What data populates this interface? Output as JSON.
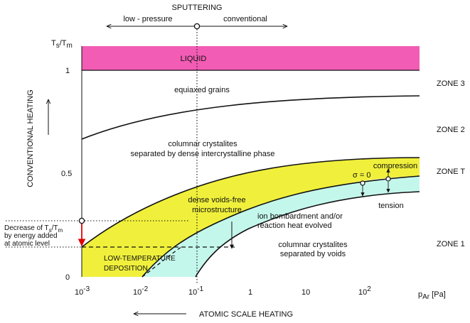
{
  "title": "SPUTTERING",
  "top_axis": {
    "left_label": "low - pressure",
    "right_label": "conventional"
  },
  "y_axis": {
    "title": "T",
    "title_sub": "s",
    "title_sep": "/T",
    "title_sub2": "m",
    "tick_1": "1",
    "tick_05": "0.5",
    "tick_0": "0",
    "side_label": "CONVENTIONAL HEATING"
  },
  "x_axis": {
    "tick_1e-3_base": "10",
    "tick_1e-3_exp": "-3",
    "tick_1e-2_base": "10",
    "tick_1e-2_exp": "-2",
    "tick_1e-1_base": "10",
    "tick_1e-1_exp": "-1",
    "tick_1": "1",
    "tick_10": "10",
    "tick_1e2_base": "10",
    "tick_1e2_exp": "2",
    "unit_p": "p",
    "unit_sub": "Ar",
    "unit_rest": " [Pa]",
    "bottom_label": "ATOMIC SCALE HEATING"
  },
  "regions": {
    "liquid": "LIQUID",
    "equiaxed": "equiaxed grains",
    "columnar_dense_1": "columnar crystalites",
    "columnar_dense_2": "separated by dense intercrystalline phase",
    "dense_voids_1": "dense voids-free",
    "dense_voids_2": "microstructure",
    "ion_1": "ion bombardment and/or",
    "ion_2": "reaction heat evolved",
    "columnar_voids_1": "columnar crystalites",
    "columnar_voids_2": "separated by voids",
    "low_temp_1": "LOW-TEMPERATURE",
    "low_temp_2": "DEPOSITION",
    "compression": "compression",
    "sigma0": "σ = 0",
    "tension": "tension"
  },
  "zones": {
    "zone3": "ZONE 3",
    "zone2": "ZONE 2",
    "zoneT": "ZONE T",
    "zone1": "ZONE 1"
  },
  "decrease_note": {
    "line1_a": "Decrease of T",
    "line1_sub": "s",
    "line1_b": "/T",
    "line1_sub2": "m",
    "line2": "by energy added",
    "line3": "at atomic level"
  },
  "colors": {
    "liquid": "#f25cb4",
    "zone_t": "#f0f03c",
    "zone_1_band": "#c4f7ec",
    "arrow_red": "#e00000"
  }
}
